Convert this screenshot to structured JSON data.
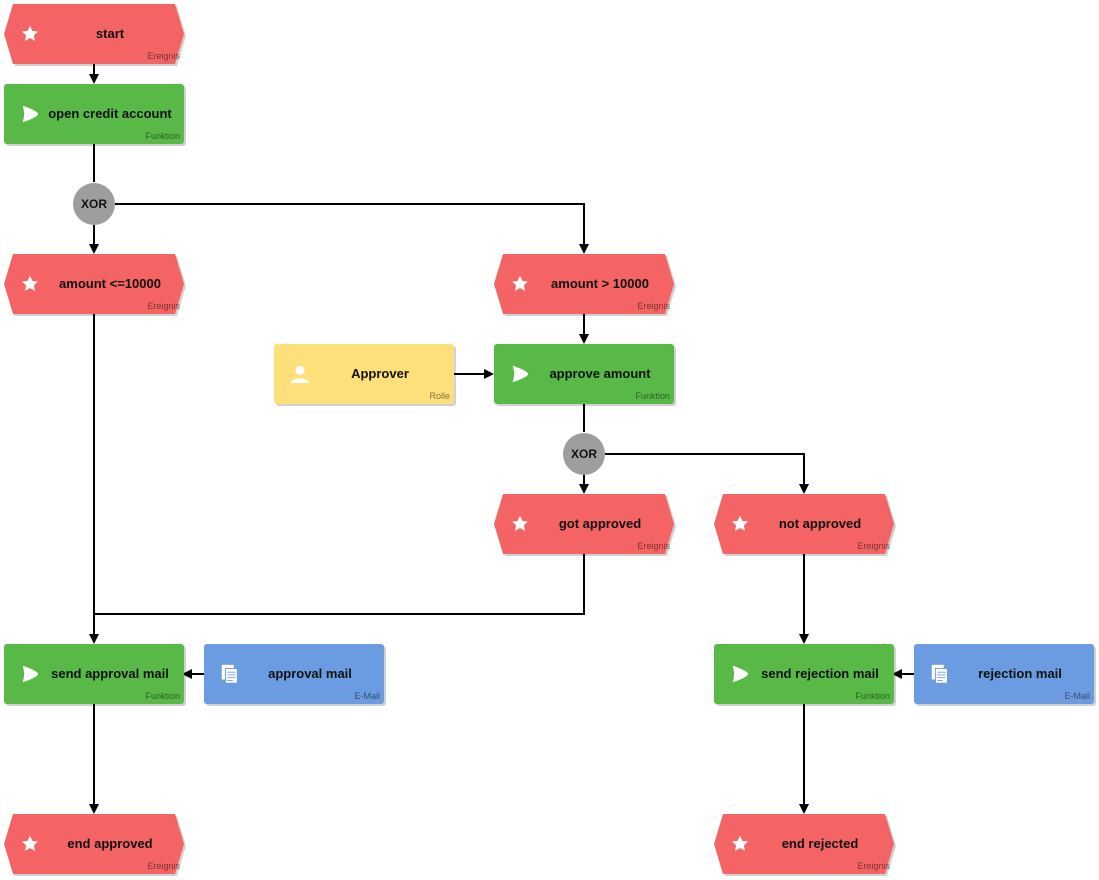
{
  "colors": {
    "event": "#f46464",
    "function": "#58b947",
    "role": "#fde07a",
    "mail": "#6b9be0",
    "gateway": "#9e9e9e",
    "edge": "#000000"
  },
  "nodes": {
    "start": {
      "label": "start",
      "type": "Ereignis",
      "icon": "star-icon"
    },
    "open_credit": {
      "label": "open credit account",
      "type": "Funktion",
      "icon": "play-icon"
    },
    "xor1": {
      "label": "XOR"
    },
    "amount_le": {
      "label": "amount <=10000",
      "type": "Ereignis",
      "icon": "star-icon"
    },
    "amount_gt": {
      "label": "amount > 10000",
      "type": "Ereignis",
      "icon": "star-icon"
    },
    "approver": {
      "label": "Approver",
      "type": "Rolle",
      "icon": "person-icon"
    },
    "approve_amount": {
      "label": "approve amount",
      "type": "Funktion",
      "icon": "play-icon"
    },
    "xor2": {
      "label": "XOR"
    },
    "got_approved": {
      "label": "got approved",
      "type": "Ereignis",
      "icon": "star-icon"
    },
    "not_approved": {
      "label": "not approved",
      "type": "Ereignis",
      "icon": "star-icon"
    },
    "send_approval": {
      "label": "send approval mail",
      "type": "Funktion",
      "icon": "play-icon"
    },
    "approval_mail": {
      "label": "approval mail",
      "type": "E-Mail",
      "icon": "document-icon"
    },
    "send_rejection": {
      "label": "send rejection mail",
      "type": "Funktion",
      "icon": "play-icon"
    },
    "rejection_mail": {
      "label": "rejection mail",
      "type": "E-Mail",
      "icon": "document-icon"
    },
    "end_approved": {
      "label": "end approved",
      "type": "Ereignis",
      "icon": "star-icon"
    },
    "end_rejected": {
      "label": "end rejected",
      "type": "Ereignis",
      "icon": "star-icon"
    }
  }
}
